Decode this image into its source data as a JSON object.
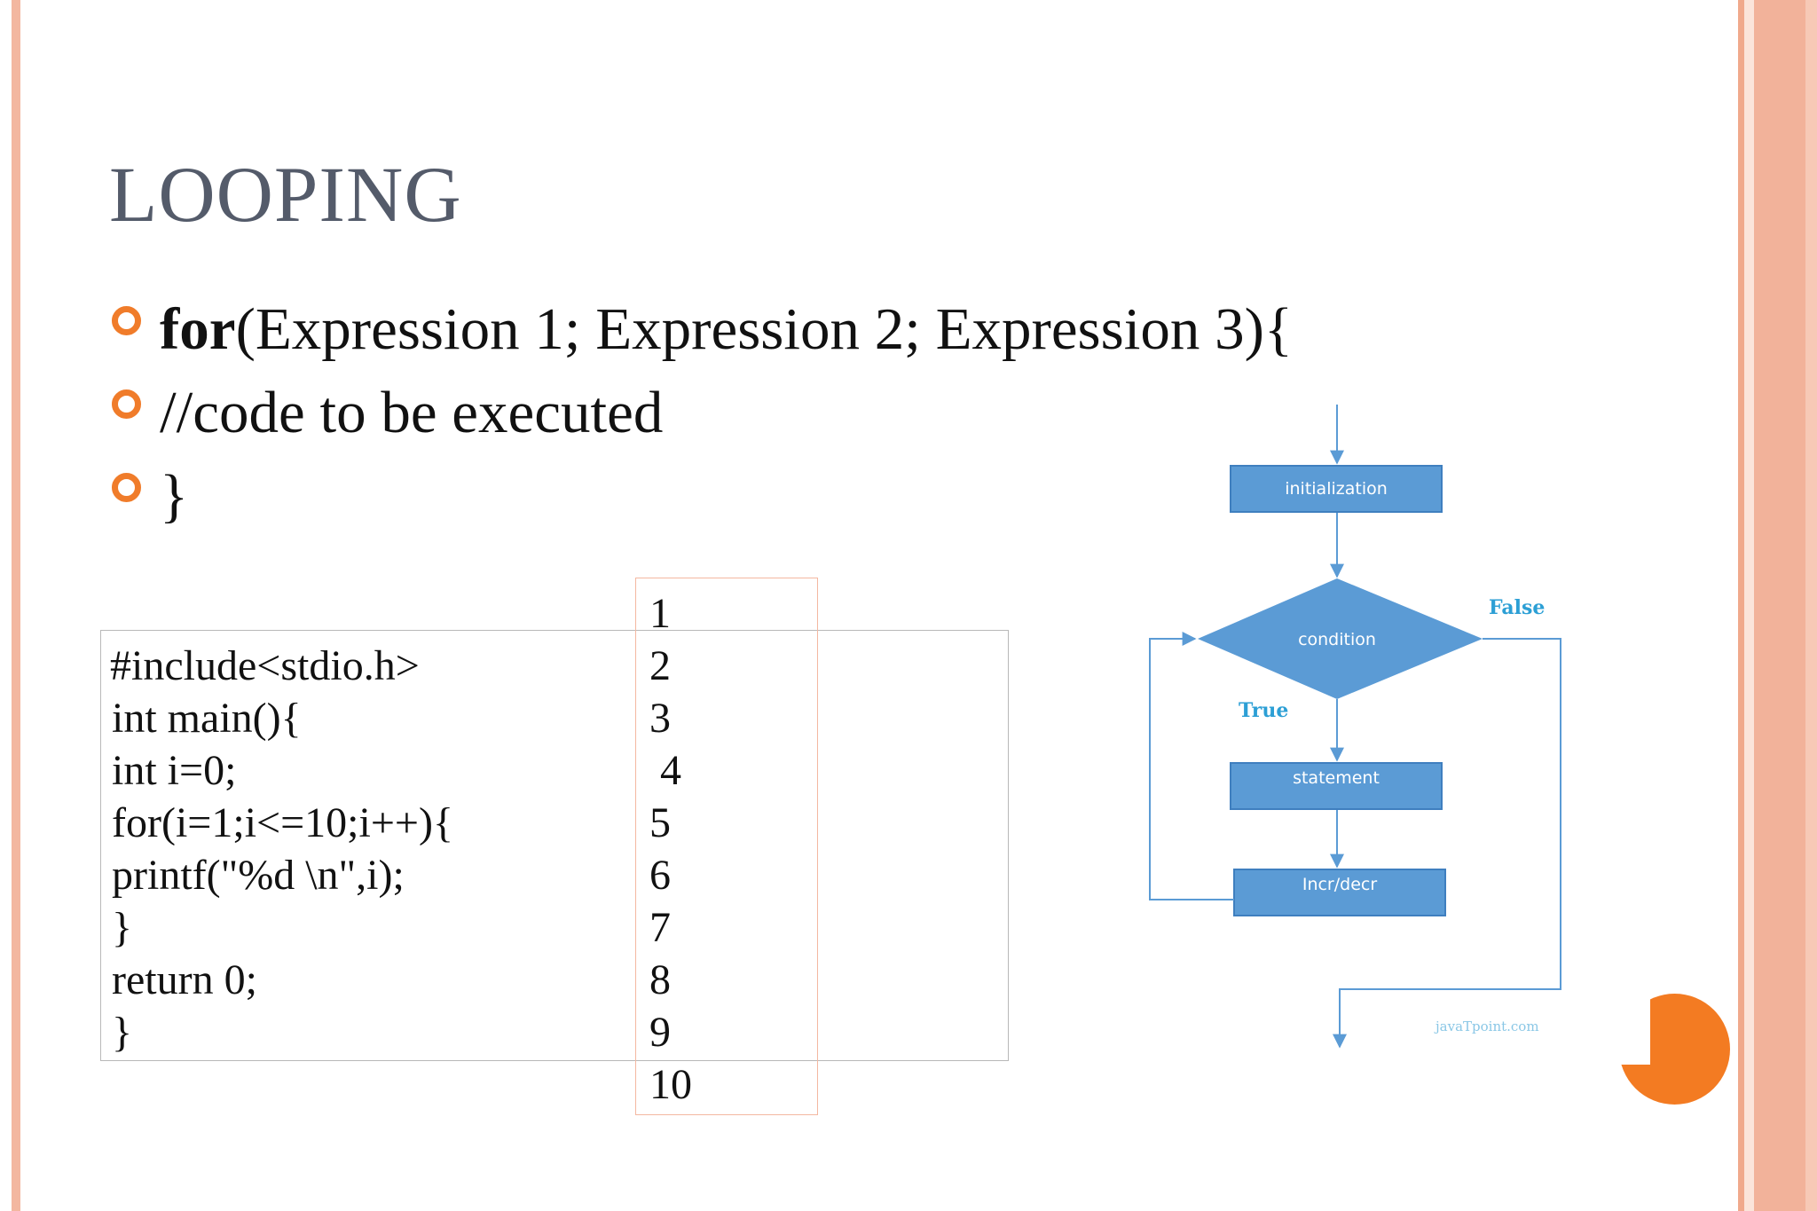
{
  "slide": {
    "title": "LOOPING",
    "bullets": [
      {
        "keyword": "for",
        "rest": "(Expression 1; Expression 2; Expression 3){"
      },
      {
        "keyword": "",
        "rest": "//code to be executed"
      },
      {
        "keyword": "",
        "rest": "}"
      }
    ]
  },
  "code": {
    "lines": [
      "#include<stdio.h>",
      "int main(){",
      "int i=0;",
      "for(i=1;i<=10;i++){",
      "printf(\"%d \\n\",i);",
      "}",
      "return 0;",
      "}"
    ]
  },
  "output": {
    "values": [
      "1",
      "2",
      "3",
      " 4",
      "5",
      "6",
      "7",
      "8",
      "9",
      "10"
    ]
  },
  "flowchart": {
    "initialization": "initialization",
    "condition": "condition",
    "statement": "statement",
    "incr_decr": "Incr/decr",
    "true_label": "True",
    "false_label": "False",
    "watermark": "javaTpoint.com",
    "box_color": "#5b9bd5",
    "line_color": "#5b9bd5",
    "branch_label_color": "#2c9fd5"
  },
  "colors": {
    "bullet": "#f07c2a",
    "title": "#545b6a",
    "accent_stripe": "#f3b7a0",
    "slide_number_circle": "#f37b22"
  }
}
